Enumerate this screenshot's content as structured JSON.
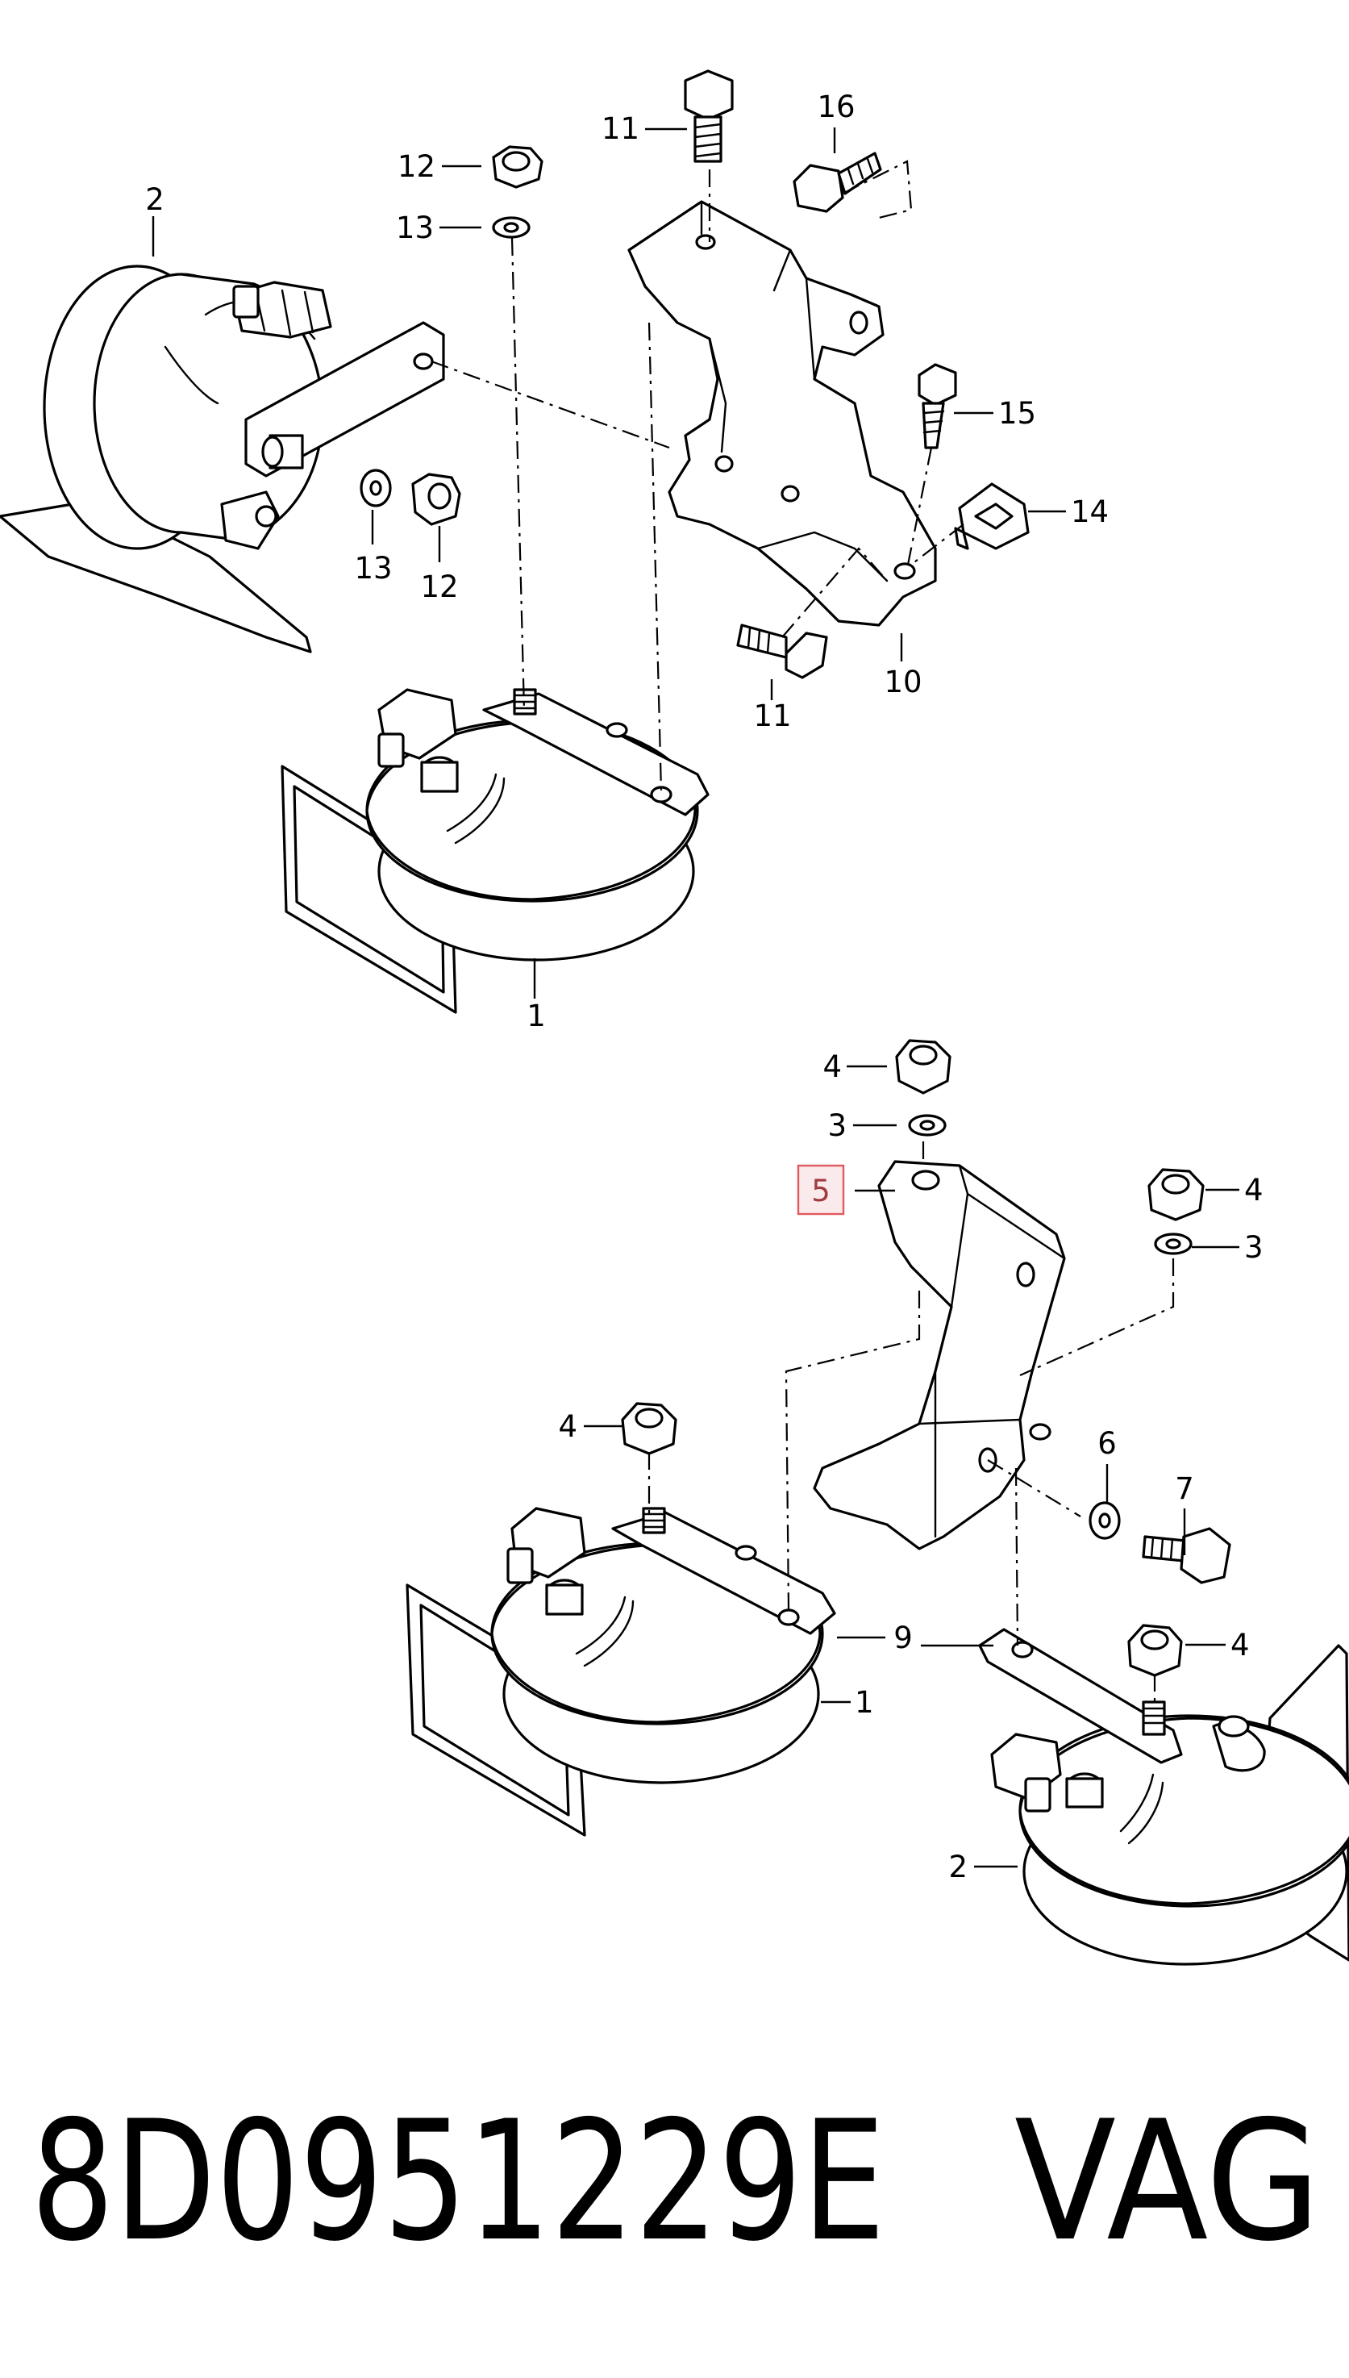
{
  "callouts": {
    "top_horn_left": "2",
    "top_nut_a": "12",
    "top_washer_a": "13",
    "top_washer_b": "13",
    "top_nut_b": "12",
    "top_bolt_upper": "11",
    "top_bolt_16": "16",
    "top_bolt_15": "15",
    "top_clip_14": "14",
    "top_bracket_10": "10",
    "top_bolt_lower": "11",
    "top_horn_bottom": "1",
    "bot_nut_top": "4",
    "bot_washer_top": "3",
    "bot_bracket_5": "5",
    "bot_nut_right": "4",
    "bot_washer_right": "3",
    "bot_nut_left": "4",
    "bot_washer_6": "6",
    "bot_bolt_7": "7",
    "bot_bracket_9": "9",
    "bot_nut_horn2": "4",
    "bot_horn_1": "1",
    "bot_horn_2": "2"
  },
  "part_number": "8D0951229E",
  "brand": "VAG",
  "colors": {
    "highlight_fill": "#fbeaec",
    "highlight_stroke": "#e05a5f"
  }
}
